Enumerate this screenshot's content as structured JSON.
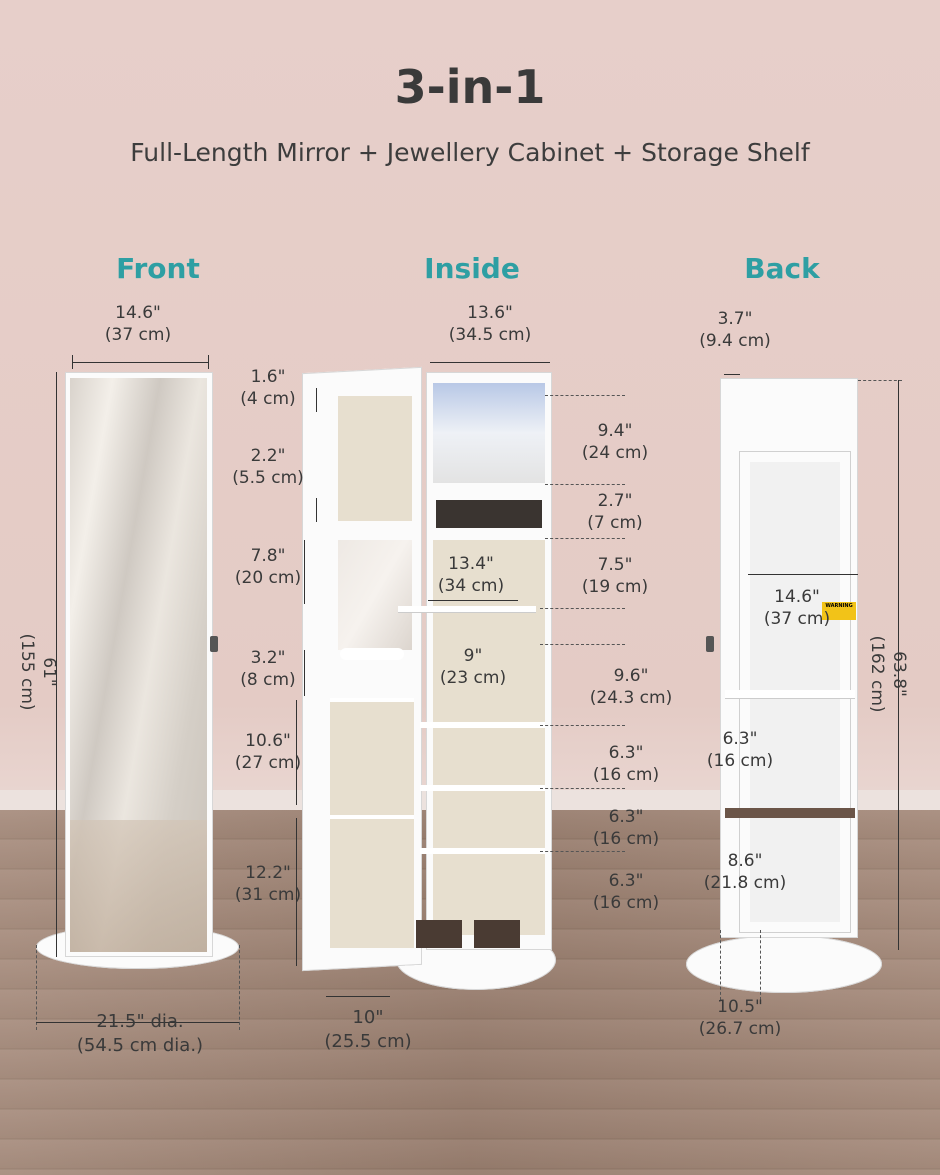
{
  "header": {
    "title": "3-in-1",
    "subtitle": "Full-Length Mirror + Jewellery Cabinet + Storage Shelf"
  },
  "views": {
    "front": "Front",
    "inside": "Inside",
    "back": "Back"
  },
  "dims": {
    "front_width": [
      "14.6\"",
      "(37 cm)"
    ],
    "front_height": [
      "61\"",
      "(155 cm)"
    ],
    "front_base": [
      "21.5\" dia.",
      "(54.5 cm dia.)"
    ],
    "inside_width": [
      "13.6\"",
      "(34.5 cm)"
    ],
    "door_1": [
      "1.6\"",
      "(4 cm)"
    ],
    "door_2": [
      "2.2\"",
      "(5.5 cm)"
    ],
    "door_3": [
      "7.8\"",
      "(20 cm)"
    ],
    "door_4": [
      "3.2\"",
      "(8 cm)"
    ],
    "door_5": [
      "10.6\"",
      "(27 cm)"
    ],
    "door_6": [
      "12.2\"",
      "(31 cm)"
    ],
    "door_depth": [
      "10\"",
      "(25.5 cm)"
    ],
    "shelf_width": [
      "13.4\"",
      "(34 cm)"
    ],
    "hook_width": [
      "9\"",
      "(23 cm)"
    ],
    "cab_1": [
      "9.4\"",
      "(24 cm)"
    ],
    "cab_2": [
      "2.7\"",
      "(7 cm)"
    ],
    "cab_3": [
      "7.5\"",
      "(19 cm)"
    ],
    "cab_4": [
      "9.6\"",
      "(24.3 cm)"
    ],
    "cab_5": [
      "6.3\"",
      "(16 cm)"
    ],
    "cab_6": [
      "6.3\"",
      "(16 cm)"
    ],
    "cab_7": [
      "6.3\"",
      "(16 cm)"
    ],
    "back_depth": [
      "3.7\"",
      "(9.4 cm)"
    ],
    "back_width": [
      "14.6\"",
      "(37 cm)"
    ],
    "back_height": [
      "63.8\"",
      "(162 cm)"
    ],
    "back_shelf_1": [
      "6.3\"",
      "(16 cm)"
    ],
    "back_shelf_2": [
      "8.6\"",
      "(21.8 cm)"
    ],
    "back_base": [
      "10.5\"",
      "(26.7 cm)"
    ]
  },
  "warning_label": "WARNING",
  "colors": {
    "accent": "#2e9fa3",
    "text": "#3a3a3a",
    "wall": "#e4cbc5",
    "floor": "#9c8171"
  }
}
